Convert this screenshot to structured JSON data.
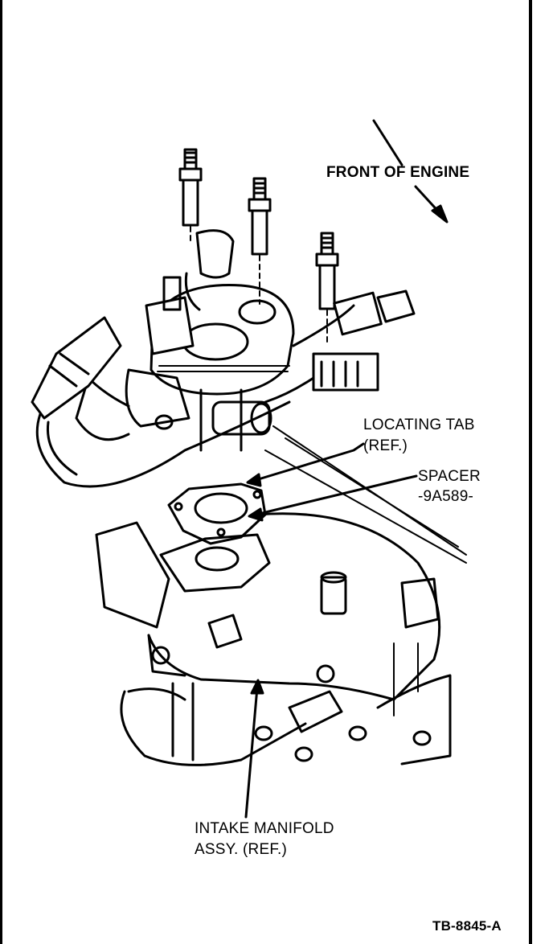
{
  "labels": {
    "front_of_engine": "FRONT OF ENGINE",
    "locating_tab_line1": "LOCATING TAB",
    "locating_tab_line2": "(REF.)",
    "spacer_line1": "SPACER",
    "spacer_line2": "-9A589-",
    "intake_line1": "INTAKE MANIFOLD",
    "intake_line2": "ASSY. (REF.)",
    "figure_id": "TB-8845-A"
  },
  "colors": {
    "ink": "#000000",
    "paper": "#ffffff"
  }
}
